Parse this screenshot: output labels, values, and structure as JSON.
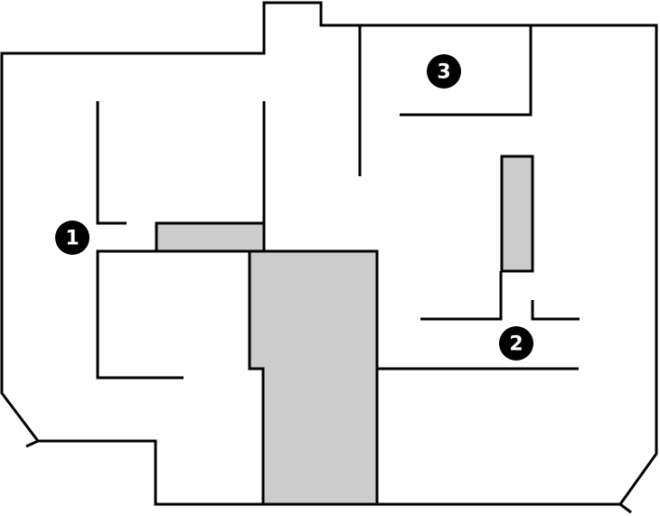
{
  "colors": {
    "wall": "#000000",
    "shaded": "#cccccc",
    "background": "#ffffff",
    "marker": "#000000",
    "marker_text": "#ffffff"
  },
  "markers": [
    {
      "label": "1"
    },
    {
      "label": "2"
    },
    {
      "label": "3"
    }
  ]
}
